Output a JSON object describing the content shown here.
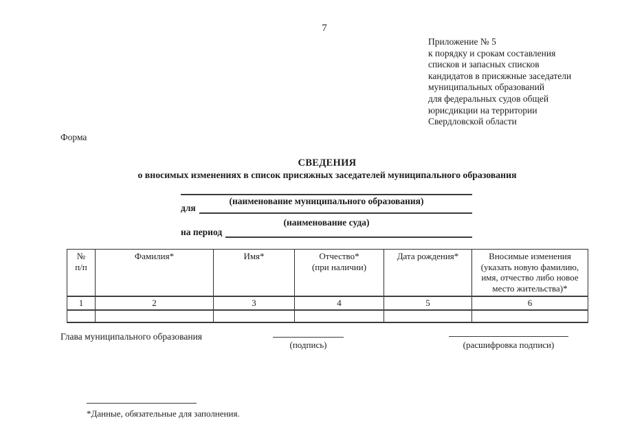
{
  "page": {
    "number": "7",
    "form_label": "Форма"
  },
  "appendix": {
    "lines": [
      "Приложение № 5",
      "к порядку и срокам составления",
      "списков и запасных списков",
      "кандидатов в присяжные заседатели",
      "муниципальных образований",
      "для федеральных судов общей",
      "юрисдикции на территории",
      "Свердловской области"
    ]
  },
  "title": {
    "main": "СВЕДЕНИЯ",
    "subtitle": "о вносимых изменениях в список присяжных заседателей муниципального образования"
  },
  "fields": {
    "municipality_caption": "(наименование муниципального образования)",
    "for_label": "для",
    "court_caption": "(наименование суда)",
    "period_label": "на период"
  },
  "table": {
    "headers": [
      "№\nп/п",
      "Фамилия*",
      "Имя*",
      "Отчество*\n(при наличии)",
      "Дата рождения*",
      "Вносимые изменения (указать новую фамилию, имя, отчество либо новое место жительства)*"
    ],
    "column_numbers": [
      "1",
      "2",
      "3",
      "4",
      "5",
      "6"
    ]
  },
  "signature": {
    "head_label": "Глава муниципального образования",
    "sign_caption": "(подпись)",
    "transcript_caption": "(расшифровка подписи)"
  },
  "footnote": {
    "text": "*Данные, обязательные для заполнения."
  }
}
